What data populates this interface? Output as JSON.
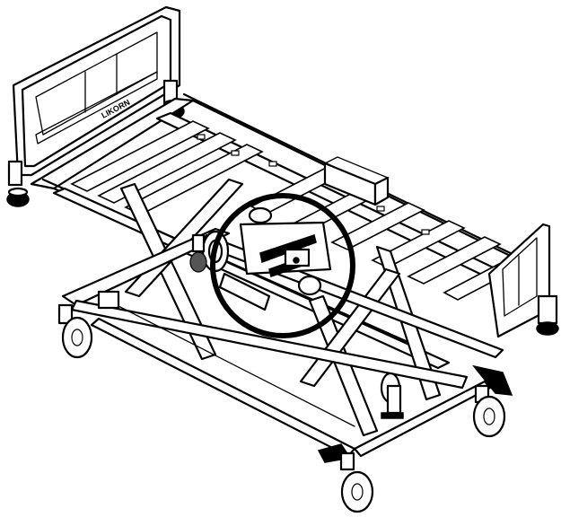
{
  "figure": {
    "headboard_brand": "LIKORN",
    "subject": "hospital-bed",
    "callout_shape": "circle",
    "line_color": "#000000",
    "background_color": "#ffffff"
  }
}
